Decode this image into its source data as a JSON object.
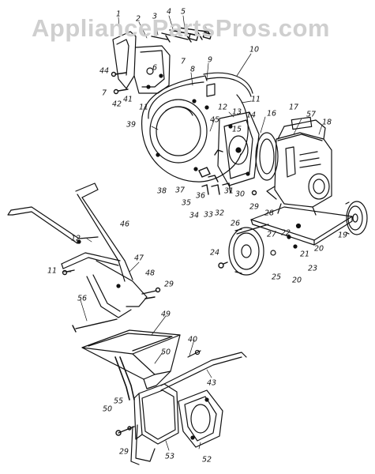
{
  "watermark": "AppliancePartsPros.com",
  "callouts": [
    {
      "id": "p1",
      "label": "1"
    },
    {
      "id": "p2",
      "label": "2"
    },
    {
      "id": "p3",
      "label": "3"
    },
    {
      "id": "p4",
      "label": "4"
    },
    {
      "id": "p5",
      "label": "5"
    },
    {
      "id": "p6",
      "label": "6"
    },
    {
      "id": "p7a",
      "label": "7"
    },
    {
      "id": "p7b",
      "label": "7"
    },
    {
      "id": "p8",
      "label": "8"
    },
    {
      "id": "p9",
      "label": "9"
    },
    {
      "id": "p10",
      "label": "10"
    },
    {
      "id": "p11a",
      "label": "11"
    },
    {
      "id": "p11b",
      "label": "11"
    },
    {
      "id": "p11c",
      "label": "11"
    },
    {
      "id": "p12a",
      "label": "12"
    },
    {
      "id": "p12b",
      "label": "12"
    },
    {
      "id": "p13",
      "label": "13"
    },
    {
      "id": "p14",
      "label": "14"
    },
    {
      "id": "p15",
      "label": "15"
    },
    {
      "id": "p16",
      "label": "16"
    },
    {
      "id": "p17",
      "label": "17"
    },
    {
      "id": "p18",
      "label": "18"
    },
    {
      "id": "p19",
      "label": "19"
    },
    {
      "id": "p20a",
      "label": "20"
    },
    {
      "id": "p20b",
      "label": "20"
    },
    {
      "id": "p21",
      "label": "21"
    },
    {
      "id": "p22",
      "label": "22"
    },
    {
      "id": "p23",
      "label": "23"
    },
    {
      "id": "p24",
      "label": "24"
    },
    {
      "id": "p25",
      "label": "25"
    },
    {
      "id": "p26",
      "label": "26"
    },
    {
      "id": "p27",
      "label": "27"
    },
    {
      "id": "p28",
      "label": "28"
    },
    {
      "id": "p29a",
      "label": "29"
    },
    {
      "id": "p29b",
      "label": "29"
    },
    {
      "id": "p29c",
      "label": "29"
    },
    {
      "id": "p30",
      "label": "30"
    },
    {
      "id": "p31",
      "label": "31"
    },
    {
      "id": "p32",
      "label": "32"
    },
    {
      "id": "p33",
      "label": "33"
    },
    {
      "id": "p34",
      "label": "34"
    },
    {
      "id": "p35",
      "label": "35"
    },
    {
      "id": "p36",
      "label": "36"
    },
    {
      "id": "p37",
      "label": "37"
    },
    {
      "id": "p38",
      "label": "38"
    },
    {
      "id": "p39",
      "label": "39"
    },
    {
      "id": "p40",
      "label": "40"
    },
    {
      "id": "p41",
      "label": "41"
    },
    {
      "id": "p42",
      "label": "42"
    },
    {
      "id": "p43",
      "label": "43"
    },
    {
      "id": "p44",
      "label": "44"
    },
    {
      "id": "p45",
      "label": "45"
    },
    {
      "id": "p46",
      "label": "46"
    },
    {
      "id": "p47",
      "label": "47"
    },
    {
      "id": "p48",
      "label": "48"
    },
    {
      "id": "p49",
      "label": "49"
    },
    {
      "id": "p50a",
      "label": "50"
    },
    {
      "id": "p50b",
      "label": "50"
    },
    {
      "id": "p52",
      "label": "52"
    },
    {
      "id": "p53",
      "label": "53"
    },
    {
      "id": "p55",
      "label": "55"
    },
    {
      "id": "p56",
      "label": "56"
    },
    {
      "id": "p57",
      "label": "57"
    }
  ]
}
